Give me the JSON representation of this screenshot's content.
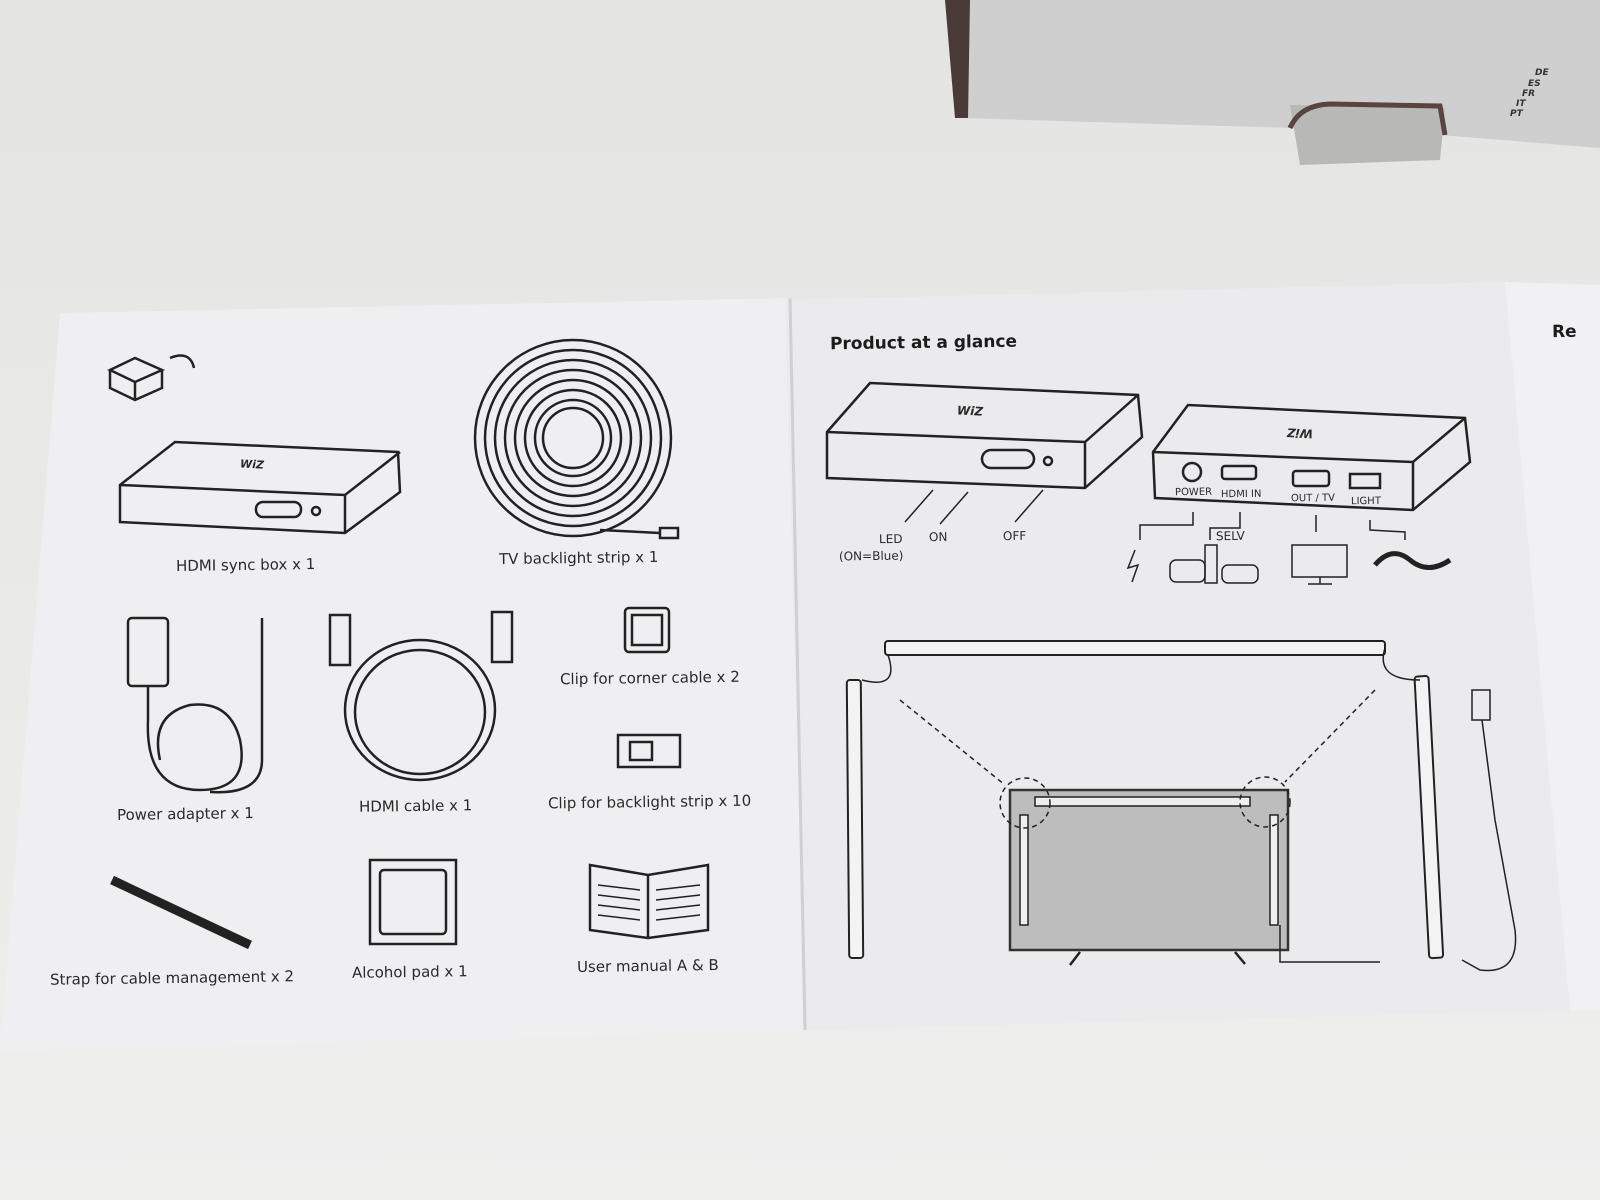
{
  "box_languages": [
    "DE",
    "ES",
    "FR",
    "IT",
    "PT"
  ],
  "left_page": {
    "items": [
      {
        "label": "HDMI sync box x 1"
      },
      {
        "label": "TV backlight strip x 1"
      },
      {
        "label": "Power adapter x 1"
      },
      {
        "label": "HDMI cable x 1"
      },
      {
        "label": "Clip for corner cable x 2"
      },
      {
        "label": "Clip for backlight strip x 10"
      },
      {
        "label": "Strap for cable management x 2"
      },
      {
        "label": "Alcohol pad x 1"
      },
      {
        "label": "User manual A & B"
      }
    ]
  },
  "right_page": {
    "title": "Product at a glance",
    "front_labels": {
      "led": "LED",
      "led_note": "(ON=Blue)",
      "on": "ON",
      "off": "OFF"
    },
    "port_labels": {
      "power": "POWER",
      "hdmi_in": "HDMI IN",
      "out_tv": "OUT / TV",
      "light": "LIGHT",
      "selv": "SELV"
    },
    "brand": "WiZ"
  },
  "next_page_fragment": "Re"
}
